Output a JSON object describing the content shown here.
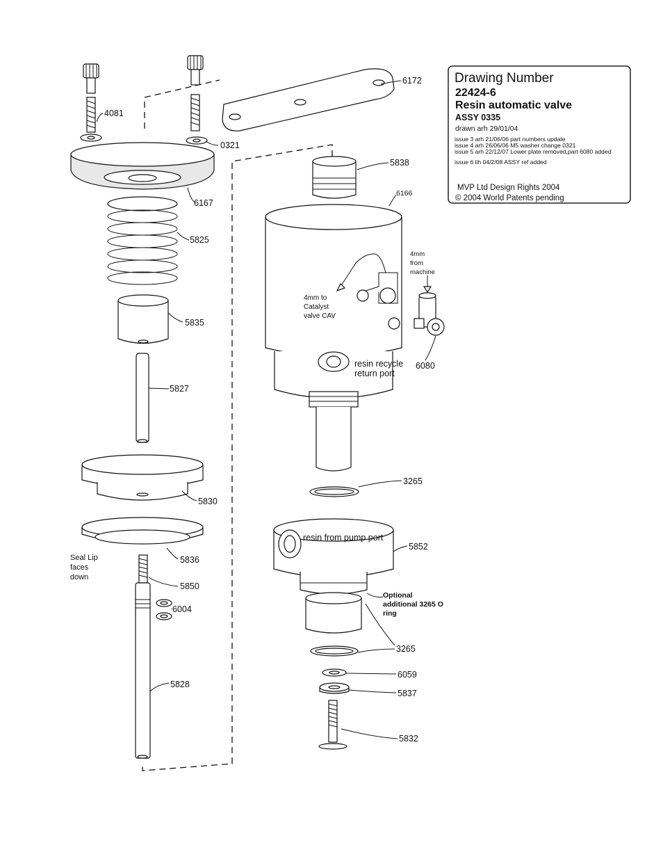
{
  "title_block": {
    "heading": "Drawing Number",
    "number": "22424-6",
    "name": "Resin automatic valve",
    "assy": "ASSY 0335",
    "drawn": "drawn arh 29/01/04",
    "issues": [
      "issue 3 arh 21/06/06 part numbers update",
      "issue 4 arh 26/06/06 M5 washer change 0321",
      "issue 5 arh 22/12/07 Lower plate removed,part 6080 added",
      "issue 6 lih 04/2/08 ASSY ref added"
    ],
    "rights": "MVP Ltd Design Rights 2004",
    "copyright": "© 2004   World Patents pending"
  },
  "labels": {
    "p4081": "4081",
    "p6172": "6172",
    "p0321": "0321",
    "p6167": "6167",
    "p5825": "5825",
    "p5835": "5835",
    "p5827": "5827",
    "p5830": "5830",
    "p5836": "5836",
    "p5850": "5850",
    "p6004": "6004",
    "p5828": "5828",
    "p5838": "5838",
    "p6166": "6166",
    "p6080": "6080",
    "p3265a": "3265",
    "p5852": "5852",
    "p3265b": "3265",
    "p6059": "6059",
    "p5837": "5837",
    "p5832": "5832"
  },
  "notes": {
    "seal_lip": [
      "Seal Lip",
      "faces",
      "down"
    ],
    "from_machine": [
      "4mm",
      "from",
      "machine"
    ],
    "to_catalyst": [
      "4mm to",
      "Catalyst",
      "valve CAV"
    ],
    "recycle_port": [
      "resin recycle",
      "return port"
    ],
    "pump_port": "resin from pump port",
    "optional_ring": [
      "Optional",
      "additional 3265 O",
      "ring"
    ]
  }
}
